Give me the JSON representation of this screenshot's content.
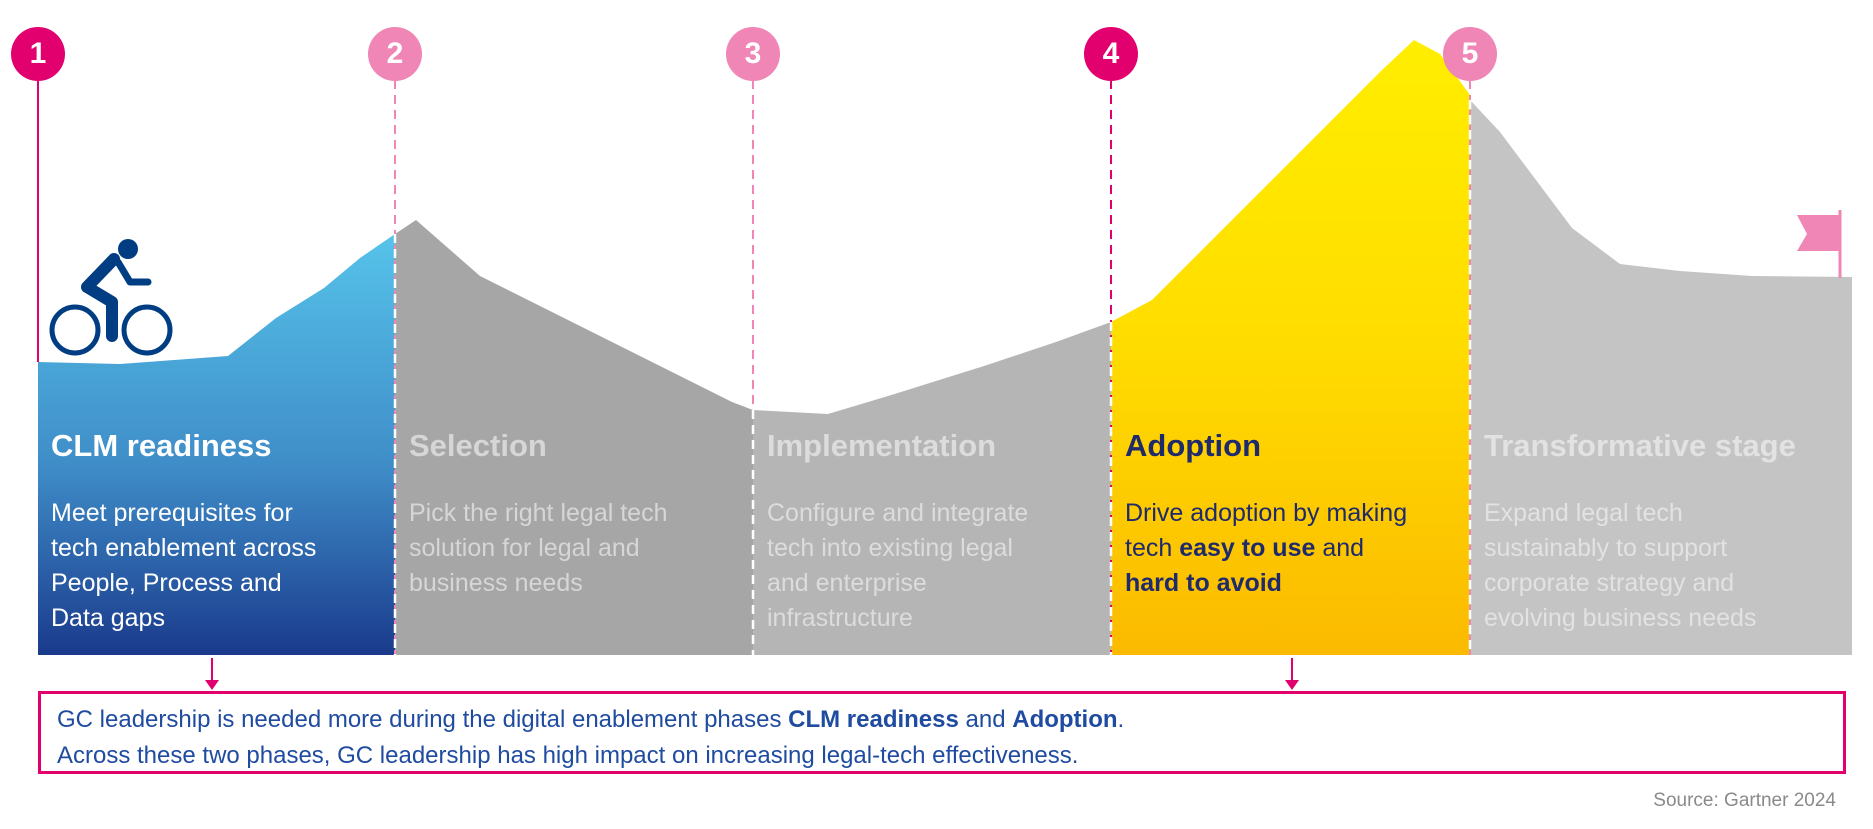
{
  "colors": {
    "pink_strong": "#E2006F",
    "pink_light": "#EF86B5",
    "navy": "#1F2A6B",
    "blue_text": "#1F4BA0"
  },
  "markers": [
    "1",
    "2",
    "3",
    "4",
    "5"
  ],
  "phases": [
    {
      "title": "CLM readiness",
      "desc": [
        "Meet prerequisites for",
        "tech enablement across",
        "People, Process and",
        "Data gaps"
      ]
    },
    {
      "title": "Selection",
      "desc": [
        "Pick the right legal tech",
        "solution for legal and",
        "business needs"
      ]
    },
    {
      "title": "Implementation",
      "desc": [
        "Configure and integrate",
        "tech into existing legal",
        "and enterprise",
        "infrastructure"
      ]
    },
    {
      "title": "Adoption",
      "desc_parts": [
        "Drive adoption by making",
        "tech ",
        "easy to use",
        " and",
        "hard to avoid"
      ]
    },
    {
      "title": "Transformative stage",
      "desc": [
        "Expand legal tech",
        "sustainably to support",
        "corporate strategy and",
        "evolving business needs"
      ]
    }
  ],
  "note": {
    "line1_a": "GC leadership is needed more during the digital enablement phases ",
    "line1_b": "CLM readiness",
    "line1_c": " and ",
    "line1_d": "Adoption",
    "line1_e": ".",
    "line2": "Across these two phases, GC leadership has high impact on increasing legal-tech effectiveness."
  },
  "source": "Source: Gartner 2024"
}
